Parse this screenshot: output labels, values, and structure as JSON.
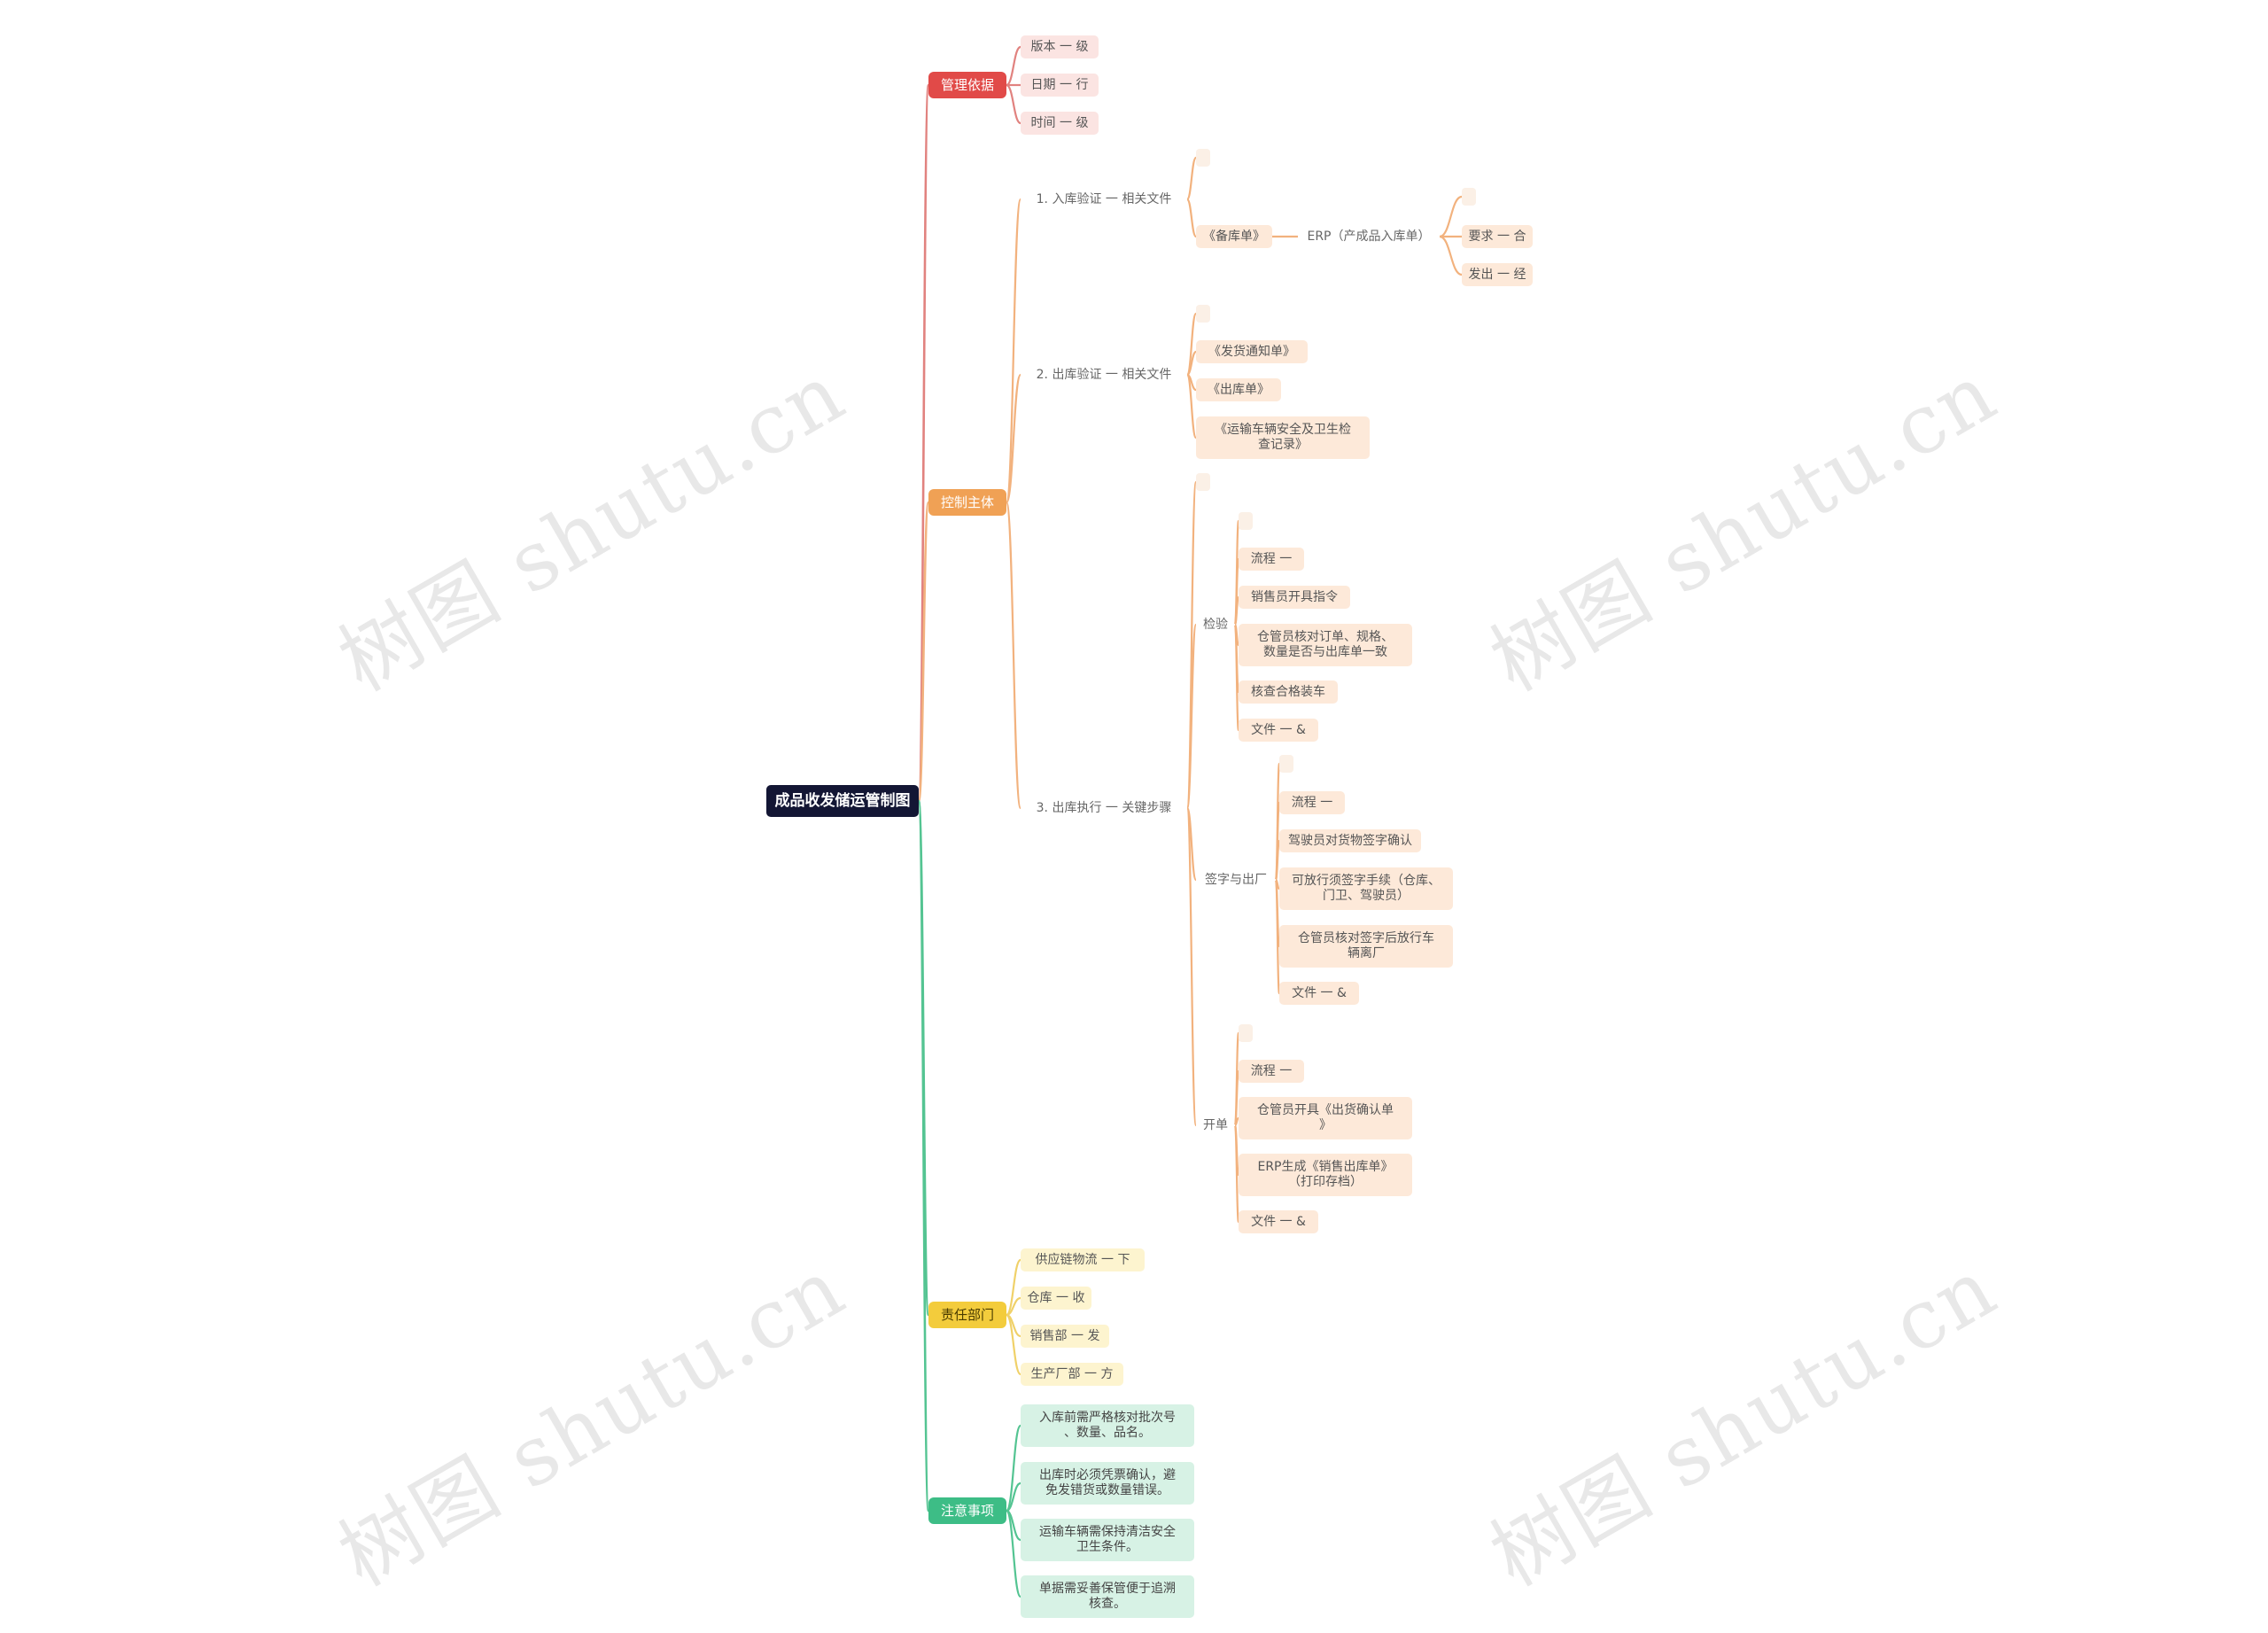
{
  "root": {
    "text": "成品收发储运管制图"
  },
  "colors": {
    "root": "#131634",
    "red": "#e14a48",
    "orange": "#f0a155",
    "yellow": "#f3cc3c",
    "green": "#3dbd86",
    "redLine": "#e1827f",
    "orangeLine": "#f2b27e",
    "yellowLine": "#f0d169",
    "greenLine": "#54c492",
    "redFill": "#fbe4e2",
    "orangeFill": "#fde9d9",
    "yellowFill": "#fdf4cf",
    "greenFill": "#d7f2e5",
    "emptyFill": "#fbf0e6"
  },
  "branches": {
    "management": {
      "label": "管理依据",
      "items": [
        "版本 一 级",
        "日期 一 行",
        "时间 一 级"
      ]
    },
    "process": {
      "label": "控制主体",
      "warehousing": {
        "label": "1. 入库验证 一 相关文件",
        "doc": "《备库单》",
        "erp": "ERP（产成品入库单）",
        "sub": [
          "要求 一 合",
          "发出 一 经"
        ]
      },
      "outbound": {
        "label": "2. 出库验证 一 相关文件",
        "docs": [
          "《发货通知单》",
          "《出库单》",
          "《运输车辆安全及卫生检\n查记录》"
        ]
      },
      "execution": {
        "label": "3. 出库执行 一 关键步骤",
        "inspection": {
          "label": "检验",
          "items": [
            "流程 一",
            "销售员开具指令",
            "仓管员核对订单、规格、\n数量是否与出库单一致",
            "核查合格装车",
            "文件 一 &"
          ]
        },
        "release": {
          "label": "签字与出厂",
          "items": [
            "流程 一",
            "驾驶员对货物签字确认",
            "可放行须签字手续（仓库、\n门卫、驾驶员）",
            "仓管员核对签字后放行车\n辆离厂",
            "文件 一 &"
          ]
        },
        "billing": {
          "label": "开单",
          "items": [
            "流程 一",
            "仓管员开具《出货确认单\n》",
            "ERP生成《销售出库单》\n（打印存档）",
            "文件 一 &"
          ]
        }
      }
    },
    "departments": {
      "label": "责任部门",
      "items": [
        "供应链物流 一 下",
        "仓库 一 收",
        "销售部 一 发",
        "生产厂部 一 方"
      ]
    },
    "notes": {
      "label": "注意事项",
      "items": [
        "入库前需严格核对批次号\n、数量、品名。",
        "出库时必须凭票确认，避\n免发错货或数量错误。",
        "运输车辆需保持清洁安全\n卫生条件。",
        "单据需妥善保管便于追溯\n核查。"
      ]
    }
  },
  "watermark": "树图 shutu.cn"
}
